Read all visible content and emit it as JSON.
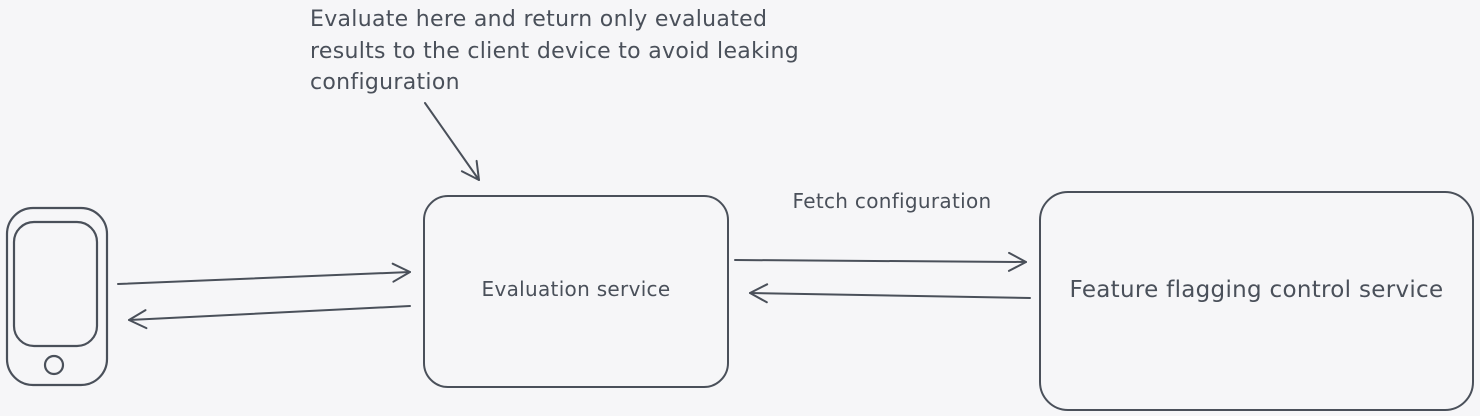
{
  "canvas": {
    "background": "#f6f6f8",
    "stroke_color": "#4a505a"
  },
  "annotation": {
    "text": "Evaluate here and return only evaluated\nresults to the client device to avoid leaking\nconfiguration"
  },
  "nodes": [
    {
      "id": "client-device",
      "icon": "smartphone-icon",
      "label": ""
    },
    {
      "id": "evaluation-service",
      "label": "Evaluation service"
    },
    {
      "id": "feature-flagging-control-service",
      "label": "Feature flagging control service"
    }
  ],
  "edges": [
    {
      "from": "client-device",
      "to": "evaluation-service",
      "label": ""
    },
    {
      "from": "evaluation-service",
      "to": "client-device",
      "label": ""
    },
    {
      "from": "evaluation-service",
      "to": "feature-flagging-control-service",
      "label": "Fetch configuration"
    },
    {
      "from": "feature-flagging-control-service",
      "to": "evaluation-service",
      "label": ""
    },
    {
      "from": "annotation",
      "to": "evaluation-service",
      "label": ""
    }
  ]
}
